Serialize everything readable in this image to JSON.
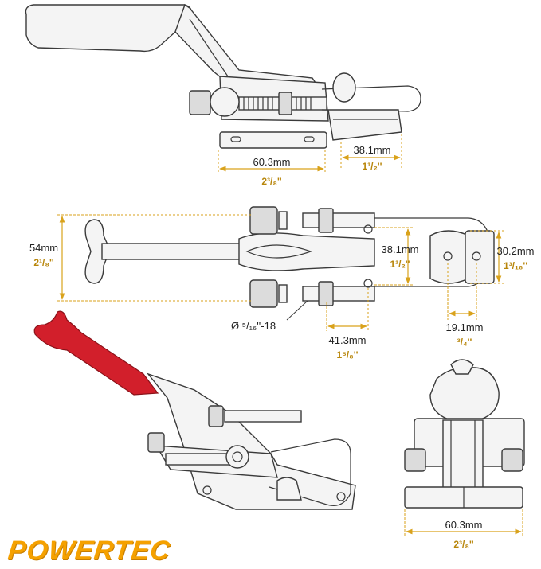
{
  "colors": {
    "dimension_line": "#d9a21b",
    "inch_text": "#b8860b",
    "handle_grip": "#d21f2b",
    "brand": "#f5a100"
  },
  "brand": {
    "logo_text": "POWERTEC"
  },
  "dimensions": {
    "side_base_width": {
      "mm": "60.3mm",
      "inch": "2³/₈''"
    },
    "side_hook_depth": {
      "mm": "38.1mm",
      "inch": "1¹/₂''"
    },
    "top_overall_width": {
      "mm": "54mm",
      "inch": "2¹/₈''"
    },
    "top_mid_span": {
      "mm": "38.1mm",
      "inch": "1¹/₂''"
    },
    "top_catch_width": {
      "mm": "30.2mm",
      "inch": "1³/₁₆''"
    },
    "top_bolt_spacing": {
      "mm": "41.3mm",
      "inch": "1⁵/₈''"
    },
    "top_catch_holes": {
      "mm": "19.1mm",
      "inch": "³/₄''"
    },
    "thread_size": {
      "label": "Ø ⁵/₁₆''-18"
    },
    "end_base_width": {
      "mm": "60.3mm",
      "inch": "2³/₈''"
    }
  }
}
